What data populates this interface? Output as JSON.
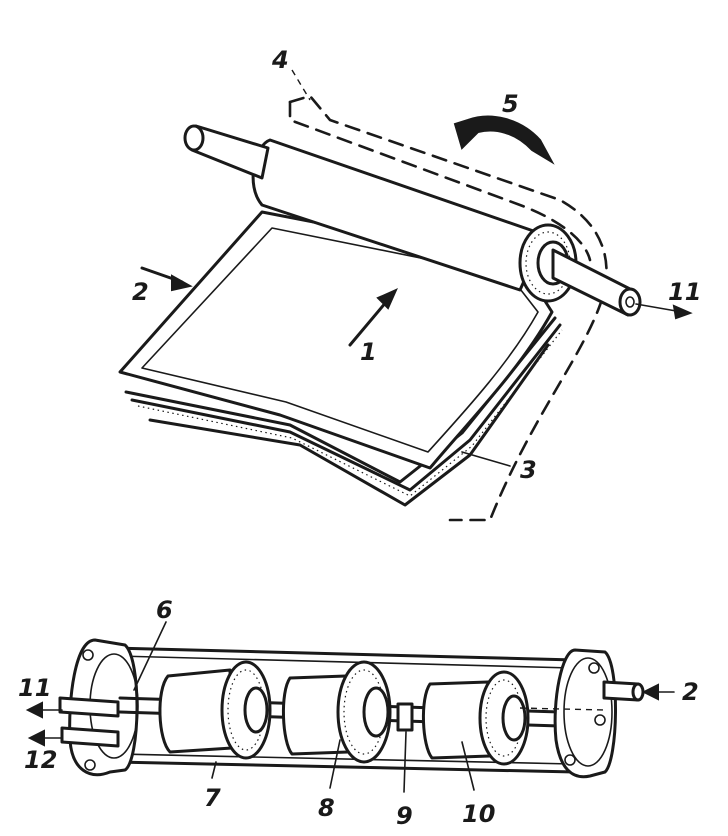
{
  "labels": {
    "l1": "1",
    "l2_top": "2",
    "l3": "3",
    "l4": "4",
    "l5": "5",
    "l11_top": "11",
    "l6": "6",
    "l7": "7",
    "l8": "8",
    "l9": "9",
    "l10": "10",
    "l11_bottom": "11",
    "l12": "12",
    "l2_bottom": "2"
  },
  "colors": {
    "ink": "#1a1a1a",
    "paper": "#ffffff"
  }
}
